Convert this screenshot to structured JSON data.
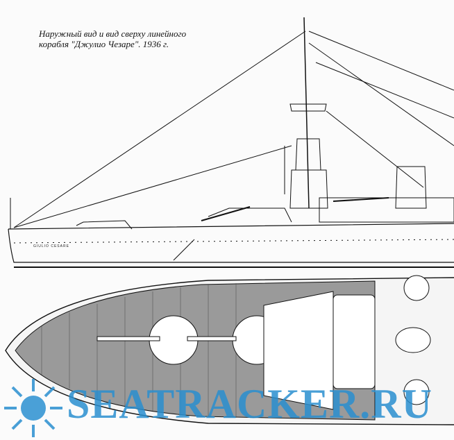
{
  "caption": {
    "line1": "Наружный вид и вид сверху линейного",
    "line2": "корабля \"Джулио Чезаре\". 1936 г."
  },
  "hull_name": "GIULIO CESARE",
  "watermark": "SEATRACKER.RU",
  "colors": {
    "ink": "#111111",
    "watermark": "#2a8fd0",
    "deck": "#8a8a8a"
  }
}
